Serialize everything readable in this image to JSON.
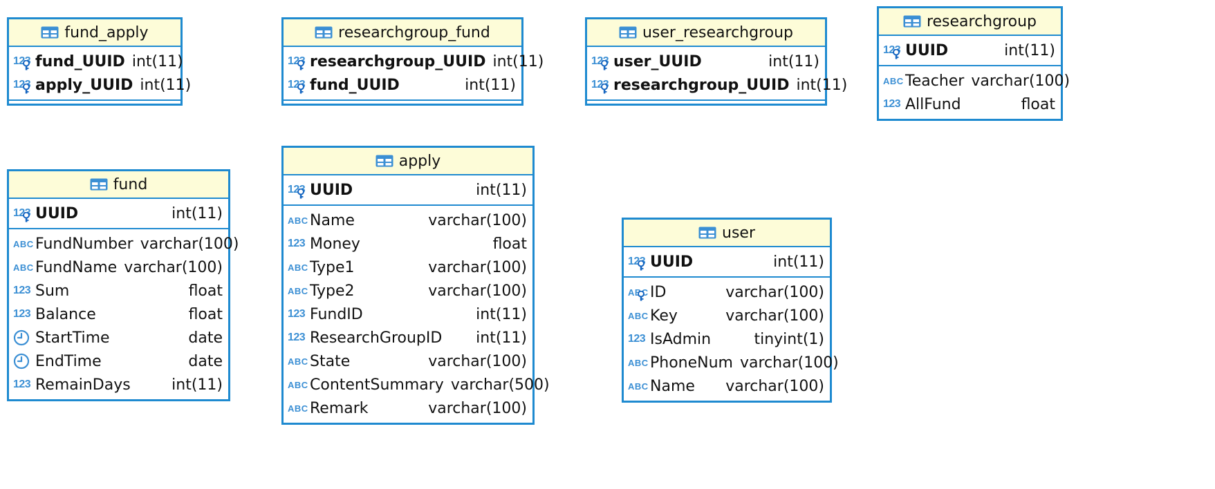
{
  "tables": {
    "fund_apply": {
      "title": "fund_apply",
      "keys": [
        {
          "name": "fund_UUID",
          "type": "int(11)"
        },
        {
          "name": "apply_UUID",
          "type": "int(11)"
        }
      ]
    },
    "researchgroup_fund": {
      "title": "researchgroup_fund",
      "keys": [
        {
          "name": "researchgroup_UUID",
          "type": "int(11)"
        },
        {
          "name": "fund_UUID",
          "type": "int(11)"
        }
      ]
    },
    "user_researchgroup": {
      "title": "user_researchgroup",
      "keys": [
        {
          "name": "user_UUID",
          "type": "int(11)"
        },
        {
          "name": "researchgroup_UUID",
          "type": "int(11)"
        }
      ]
    },
    "researchgroup": {
      "title": "researchgroup",
      "keys": [
        {
          "name": "UUID",
          "type": "int(11)"
        }
      ],
      "columns": [
        {
          "name": "Teacher",
          "type": "varchar(100)",
          "icon": "abc"
        },
        {
          "name": "AllFund",
          "type": "float",
          "icon": "123"
        }
      ]
    },
    "fund": {
      "title": "fund",
      "keys": [
        {
          "name": "UUID",
          "type": "int(11)"
        }
      ],
      "columns": [
        {
          "name": "FundNumber",
          "type": "varchar(100)",
          "icon": "abc"
        },
        {
          "name": "FundName",
          "type": "varchar(100)",
          "icon": "abc"
        },
        {
          "name": "Sum",
          "type": "float",
          "icon": "123"
        },
        {
          "name": "Balance",
          "type": "float",
          "icon": "123"
        },
        {
          "name": "StartTime",
          "type": "date",
          "icon": "clock"
        },
        {
          "name": "EndTime",
          "type": "date",
          "icon": "clock"
        },
        {
          "name": "RemainDays",
          "type": "int(11)",
          "icon": "123"
        }
      ]
    },
    "apply": {
      "title": "apply",
      "keys": [
        {
          "name": "UUID",
          "type": "int(11)"
        }
      ],
      "columns": [
        {
          "name": "Name",
          "type": "varchar(100)",
          "icon": "abc"
        },
        {
          "name": "Money",
          "type": "float",
          "icon": "123"
        },
        {
          "name": "Type1",
          "type": "varchar(100)",
          "icon": "abc"
        },
        {
          "name": "Type2",
          "type": "varchar(100)",
          "icon": "abc"
        },
        {
          "name": "FundID",
          "type": "int(11)",
          "icon": "123"
        },
        {
          "name": "ResearchGroupID",
          "type": "int(11)",
          "icon": "123"
        },
        {
          "name": "State",
          "type": "varchar(100)",
          "icon": "abc"
        },
        {
          "name": "ContentSummary",
          "type": "varchar(500)",
          "icon": "abc"
        },
        {
          "name": "Remark",
          "type": "varchar(100)",
          "icon": "abc"
        }
      ]
    },
    "user": {
      "title": "user",
      "keys": [
        {
          "name": "UUID",
          "type": "int(11)"
        }
      ],
      "columns": [
        {
          "name": "ID",
          "type": "varchar(100)",
          "icon": "abc-key"
        },
        {
          "name": "Key",
          "type": "varchar(100)",
          "icon": "abc"
        },
        {
          "name": "IsAdmin",
          "type": "tinyint(1)",
          "icon": "123"
        },
        {
          "name": "PhoneNum",
          "type": "varchar(100)",
          "icon": "abc"
        },
        {
          "name": "Name",
          "type": "varchar(100)",
          "icon": "abc"
        }
      ]
    }
  },
  "colors": {
    "border": "#1e8ad0",
    "header_bg": "#fdfcd8",
    "icon_blue": "#3b8fd4"
  }
}
